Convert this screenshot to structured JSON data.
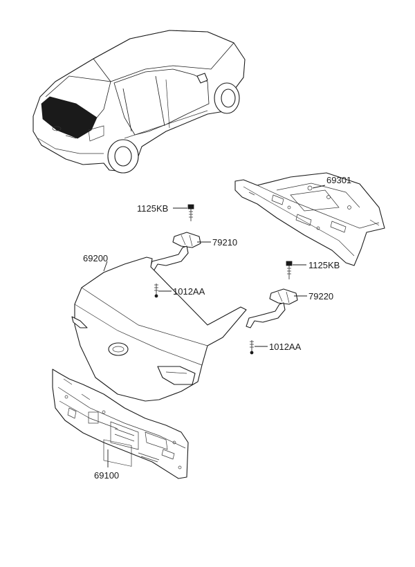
{
  "labels": {
    "p69301": "69301",
    "p1125kb_a": "1125KB",
    "p79210": "79210",
    "p69200": "69200",
    "p1012aa_a": "1012AA",
    "p1125kb_b": "1125KB",
    "p79220": "79220",
    "p1012aa_b": "1012AA",
    "p69100": "69100"
  }
}
